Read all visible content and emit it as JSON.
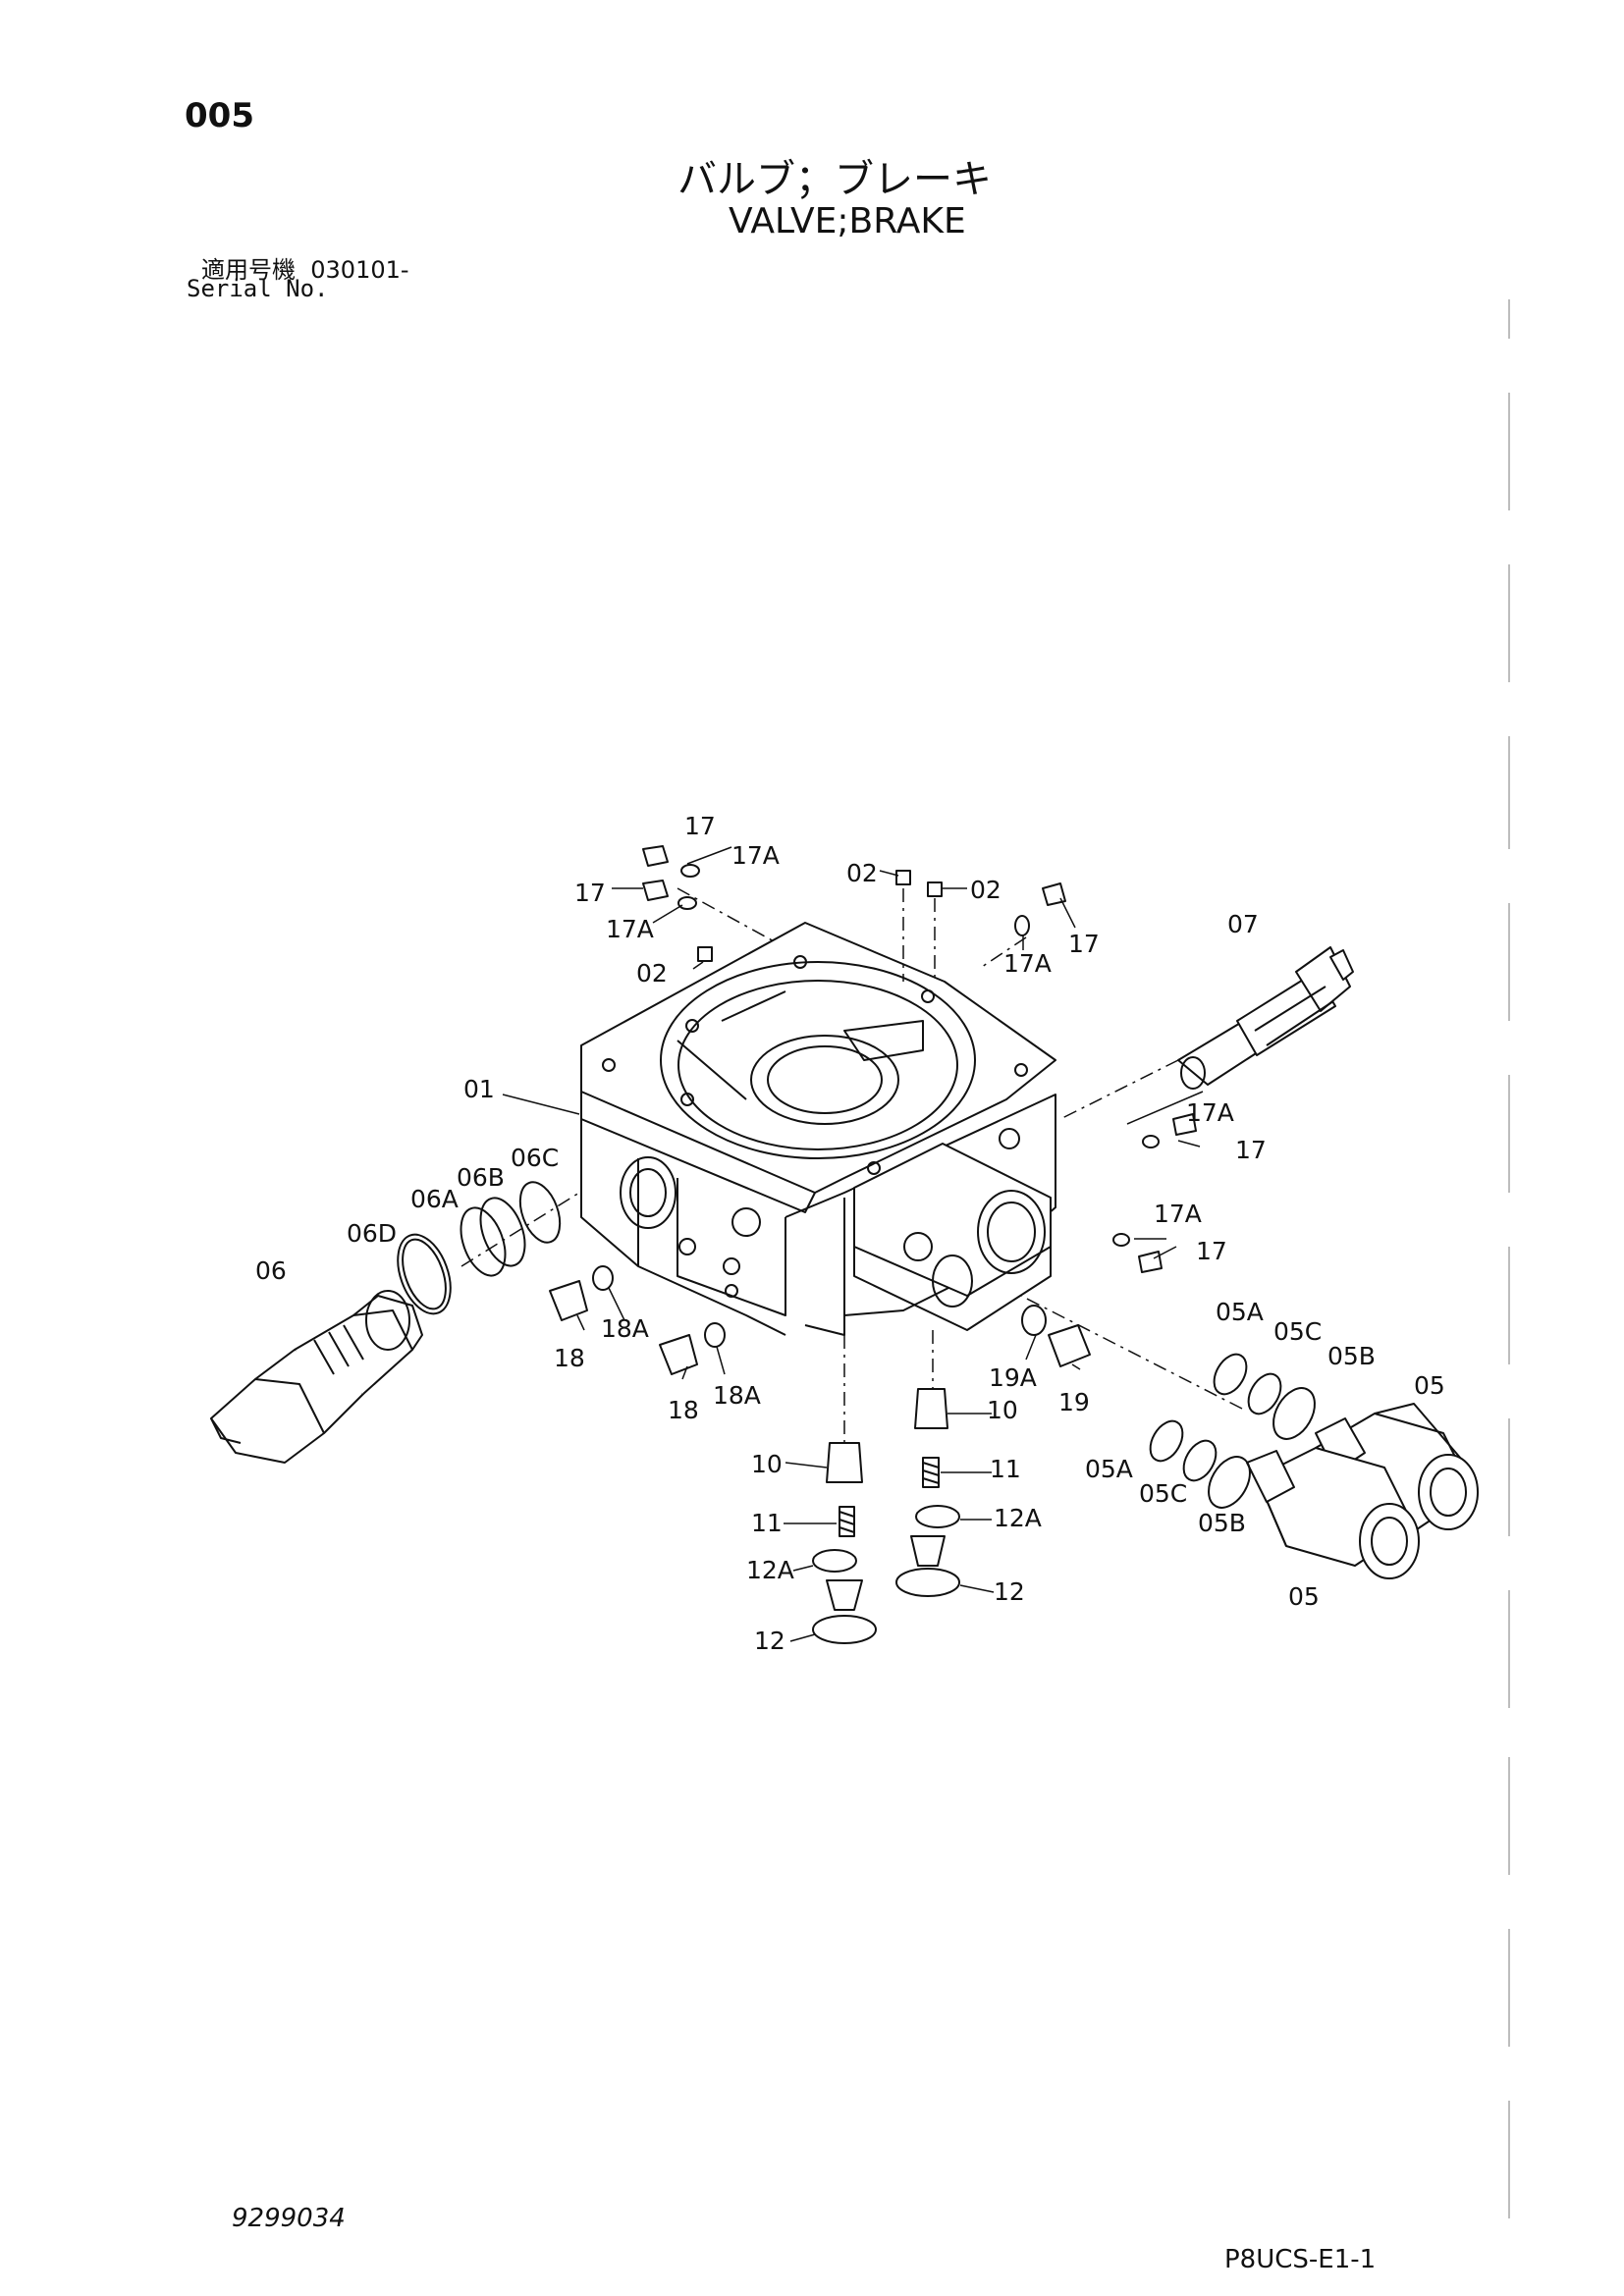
{
  "header": {
    "page_number": "005",
    "title_jp": "バルブ；ブレーキ",
    "title_en": "VALVE;BRAKE",
    "serial_label_jp": "適用号機",
    "serial_value": "030101-",
    "serial_label_en": "Serial No."
  },
  "callouts": [
    "17",
    "17A",
    "17",
    "17A",
    "02",
    "02",
    "02",
    "17",
    "17A",
    "07",
    "01",
    "17A",
    "17",
    "06C",
    "06B",
    "06A",
    "06D",
    "06",
    "17A",
    "17",
    "18",
    "18A",
    "18",
    "18A",
    "05A",
    "05C",
    "05B",
    "05",
    "19A",
    "19",
    "10",
    "10",
    "11",
    "11",
    "12A",
    "12A",
    "12",
    "12",
    "05A",
    "05C",
    "05B",
    "05"
  ],
  "footer": {
    "drawing_number": "9299034",
    "sheet_code": "P8UCS-E1-1"
  }
}
